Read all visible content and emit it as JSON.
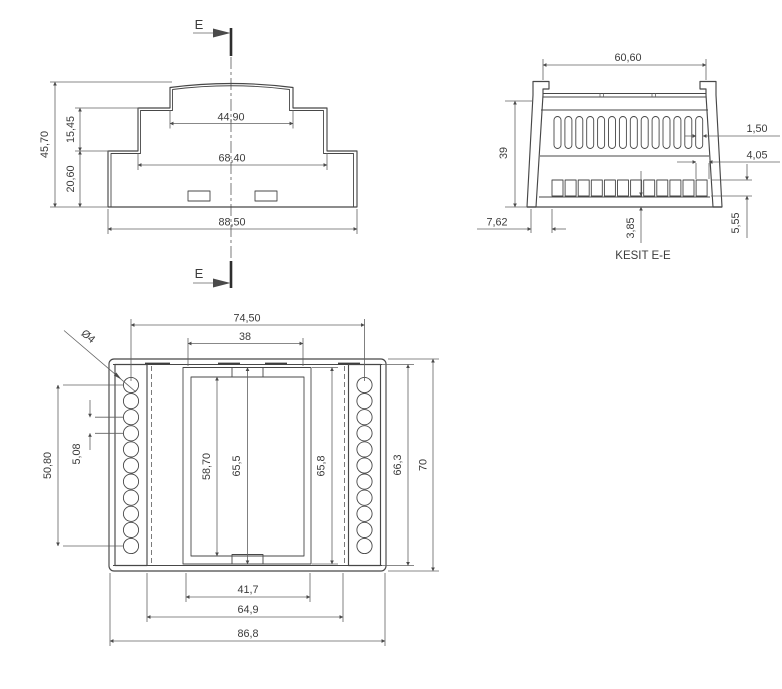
{
  "front": {
    "height_total": "45,70",
    "height_mid": "15,45",
    "height_base": "20,60",
    "width_top": "44,90",
    "width_mid": "68,40",
    "width_base": "88,50",
    "cut_label_top": "E",
    "cut_label_bottom": "E"
  },
  "section": {
    "title": "KESIT E-E",
    "width_top": "60,60",
    "height": "39",
    "slot_width": "1,50",
    "hole_width": "4,05",
    "hole_bottom_gap": "3,85",
    "hole_height": "5,55",
    "edge_offset": "7,62",
    "vent_slot_count": 14,
    "terminal_hole_count": 12
  },
  "plan": {
    "hole_span_width": "74,50",
    "notch_width": "38",
    "hole_diameter": "Ø4",
    "hole_span_height": "50,80",
    "hole_pitch": "5,08",
    "inner_height": "58,70",
    "window_height": "65,5",
    "frame_height": "65,8",
    "block_height": "66,3",
    "height_total": "70",
    "inner_width": "41,7",
    "opening_width": "64,9",
    "width_total": "86,8",
    "holes_per_column": 11
  }
}
